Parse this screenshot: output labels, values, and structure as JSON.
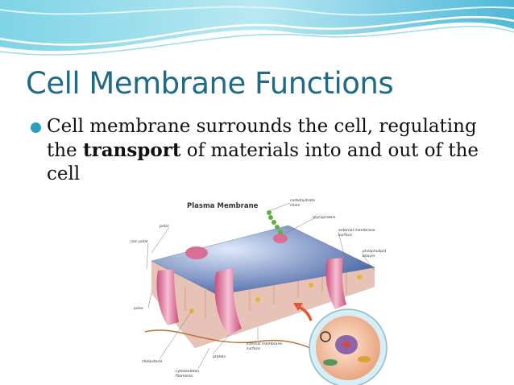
{
  "slide": {
    "title": "Cell Membrane Functions",
    "bullet": {
      "before": "Cell membrane surrounds the cell, regulating the ",
      "bold": "transport",
      "after": " of materials into and out of the cell"
    }
  },
  "diagram": {
    "title": "Plasma Membrane",
    "labels": {
      "carbohydrate_line1": "carbohydrate",
      "carbohydrate_line2": "chain",
      "glycoprotein": "glycoprotein",
      "external_line1": "external membrane",
      "external_line2": "surface",
      "phospholipid_line1": "phospholipid",
      "phospholipid_line2": "bilayer",
      "polar_top": "polar",
      "non_polar": "non polar",
      "polar_bottom": "polar",
      "cholesterol": "cholesterol",
      "protein": "protein",
      "internal_line1": "internal membrane",
      "internal_line2": "surface",
      "cytoskeleton_line1": "cytoskeleton",
      "cytoskeleton_line2": "filaments"
    },
    "colors": {
      "head": "#6f8fc6",
      "protein": "#e58fb1",
      "tail": "#e8b0a0",
      "arrow": "#e5542e"
    }
  }
}
